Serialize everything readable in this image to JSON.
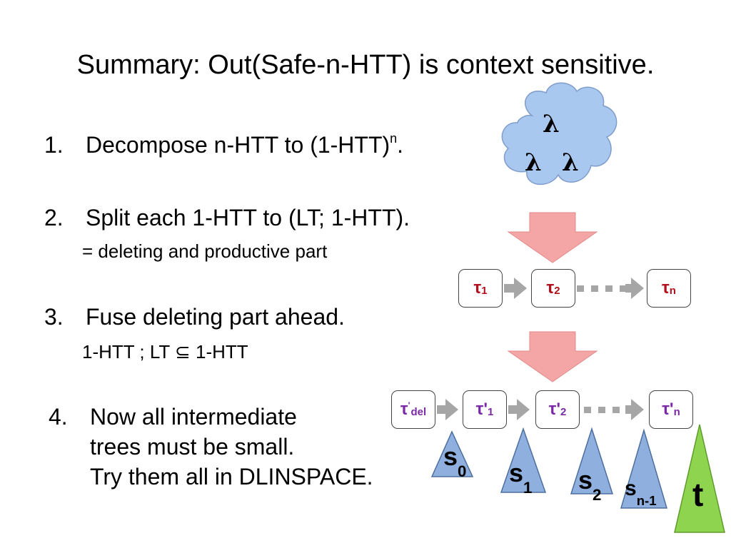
{
  "title": "Summary: Out(Safe-n-HTT) is context sensitive.",
  "items": [
    {
      "num": "1.",
      "text": "Decompose n-HTT to (1-HTT)",
      "sup": "n",
      "after": "."
    },
    {
      "num": "2.",
      "text": "Split each 1-HTT to (LT; 1-HTT).",
      "sub": "= deleting and productive part"
    },
    {
      "num": "3.",
      "text": "Fuse deleting part ahead.",
      "sub": "1-HTT ; LT ⊆ 1-HTT"
    },
    {
      "num": "4.",
      "lines": [
        "Now all intermediate",
        "trees must be small.",
        "Try them all in DLINSPACE."
      ]
    }
  ],
  "cloud": {
    "lambda_top": "λ",
    "lambda_left": "λ",
    "lambda_right": "λ"
  },
  "row1": [
    {
      "main": "τ",
      "sub": "1"
    },
    {
      "main": "τ",
      "sub": "2"
    },
    {
      "main": "τ",
      "sub": "n"
    }
  ],
  "row2": [
    {
      "main": "τ",
      "sup": "'",
      "sub": "del"
    },
    {
      "main": "τ'",
      "sub": "1"
    },
    {
      "main": "τ'",
      "sub": "2"
    },
    {
      "main": "τ'",
      "sub": "n"
    }
  ],
  "trees": [
    {
      "main": "s",
      "sub": "0"
    },
    {
      "main": "s",
      "sub": "1"
    },
    {
      "main": "s",
      "sub": "2"
    },
    {
      "main": "s",
      "sub": "n-1"
    },
    {
      "main": "t"
    }
  ],
  "colors": {
    "tau_row1": "#b3101d",
    "tau_row2": "#7b2aa5",
    "cloud_fill": "#a9c8f0",
    "down_arrow_fill": "#f4a6a6",
    "tree_fill": "#8fb0de",
    "final_tree_fill": "#8ed44f",
    "connector_gray": "#a6a6a6"
  }
}
